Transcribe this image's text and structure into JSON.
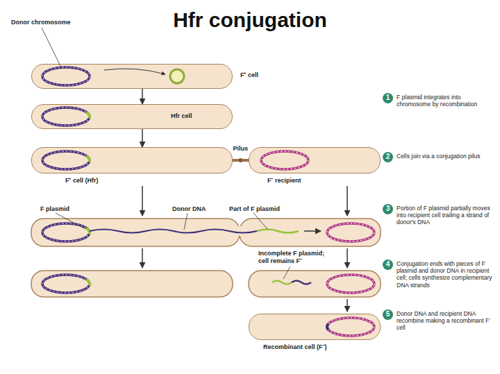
{
  "diagram": {
    "title": "Hfr conjugation",
    "nodes": [
      {
        "text": [
          "F⁺ cell"
        ]
      },
      {
        "text": [
          "Hfr cell"
        ]
      },
      {
        "text": [
          "F⁺ cell (Hfr)"
        ]
      },
      {
        "text": [
          "F⁻ recipient"
        ]
      },
      {
        "text": [
          "Recombinant cell (F⁻)"
        ]
      },
      {
        "text": [
          "1"
        ]
      },
      {
        "text": [
          "2"
        ]
      },
      {
        "text": [
          "3"
        ]
      },
      {
        "text": [
          "4"
        ]
      },
      {
        "text": [
          "5"
        ]
      }
    ],
    "edges": [
      {
        "from": 0,
        "to": 1,
        "arrow": "to"
      },
      {
        "from": 1,
        "to": 2,
        "arrow": "to"
      },
      {
        "from": 2,
        "to": 3,
        "arrow": "none",
        "label": "Pilus"
      }
    ],
    "labels": [
      "Donor chromosome",
      "F plasmid integrates into chromosome by recombination",
      "Cells join via a conjugation pilus",
      "F plasmid",
      "Donor DNA",
      "Part of F plasmid",
      "Portion of F plasmid partially moves into recipient cell trailing a strand of donor's DNA",
      "Incomplete F plasmid; cell remains F⁻",
      "Conjugation ends with pieces of F plasmid and donor DNA in recipient cell; cells synthesize complementary DNA strands",
      "Donor DNA and recipient DNA recombine making a recombinant F⁻ cell"
    ]
  }
}
